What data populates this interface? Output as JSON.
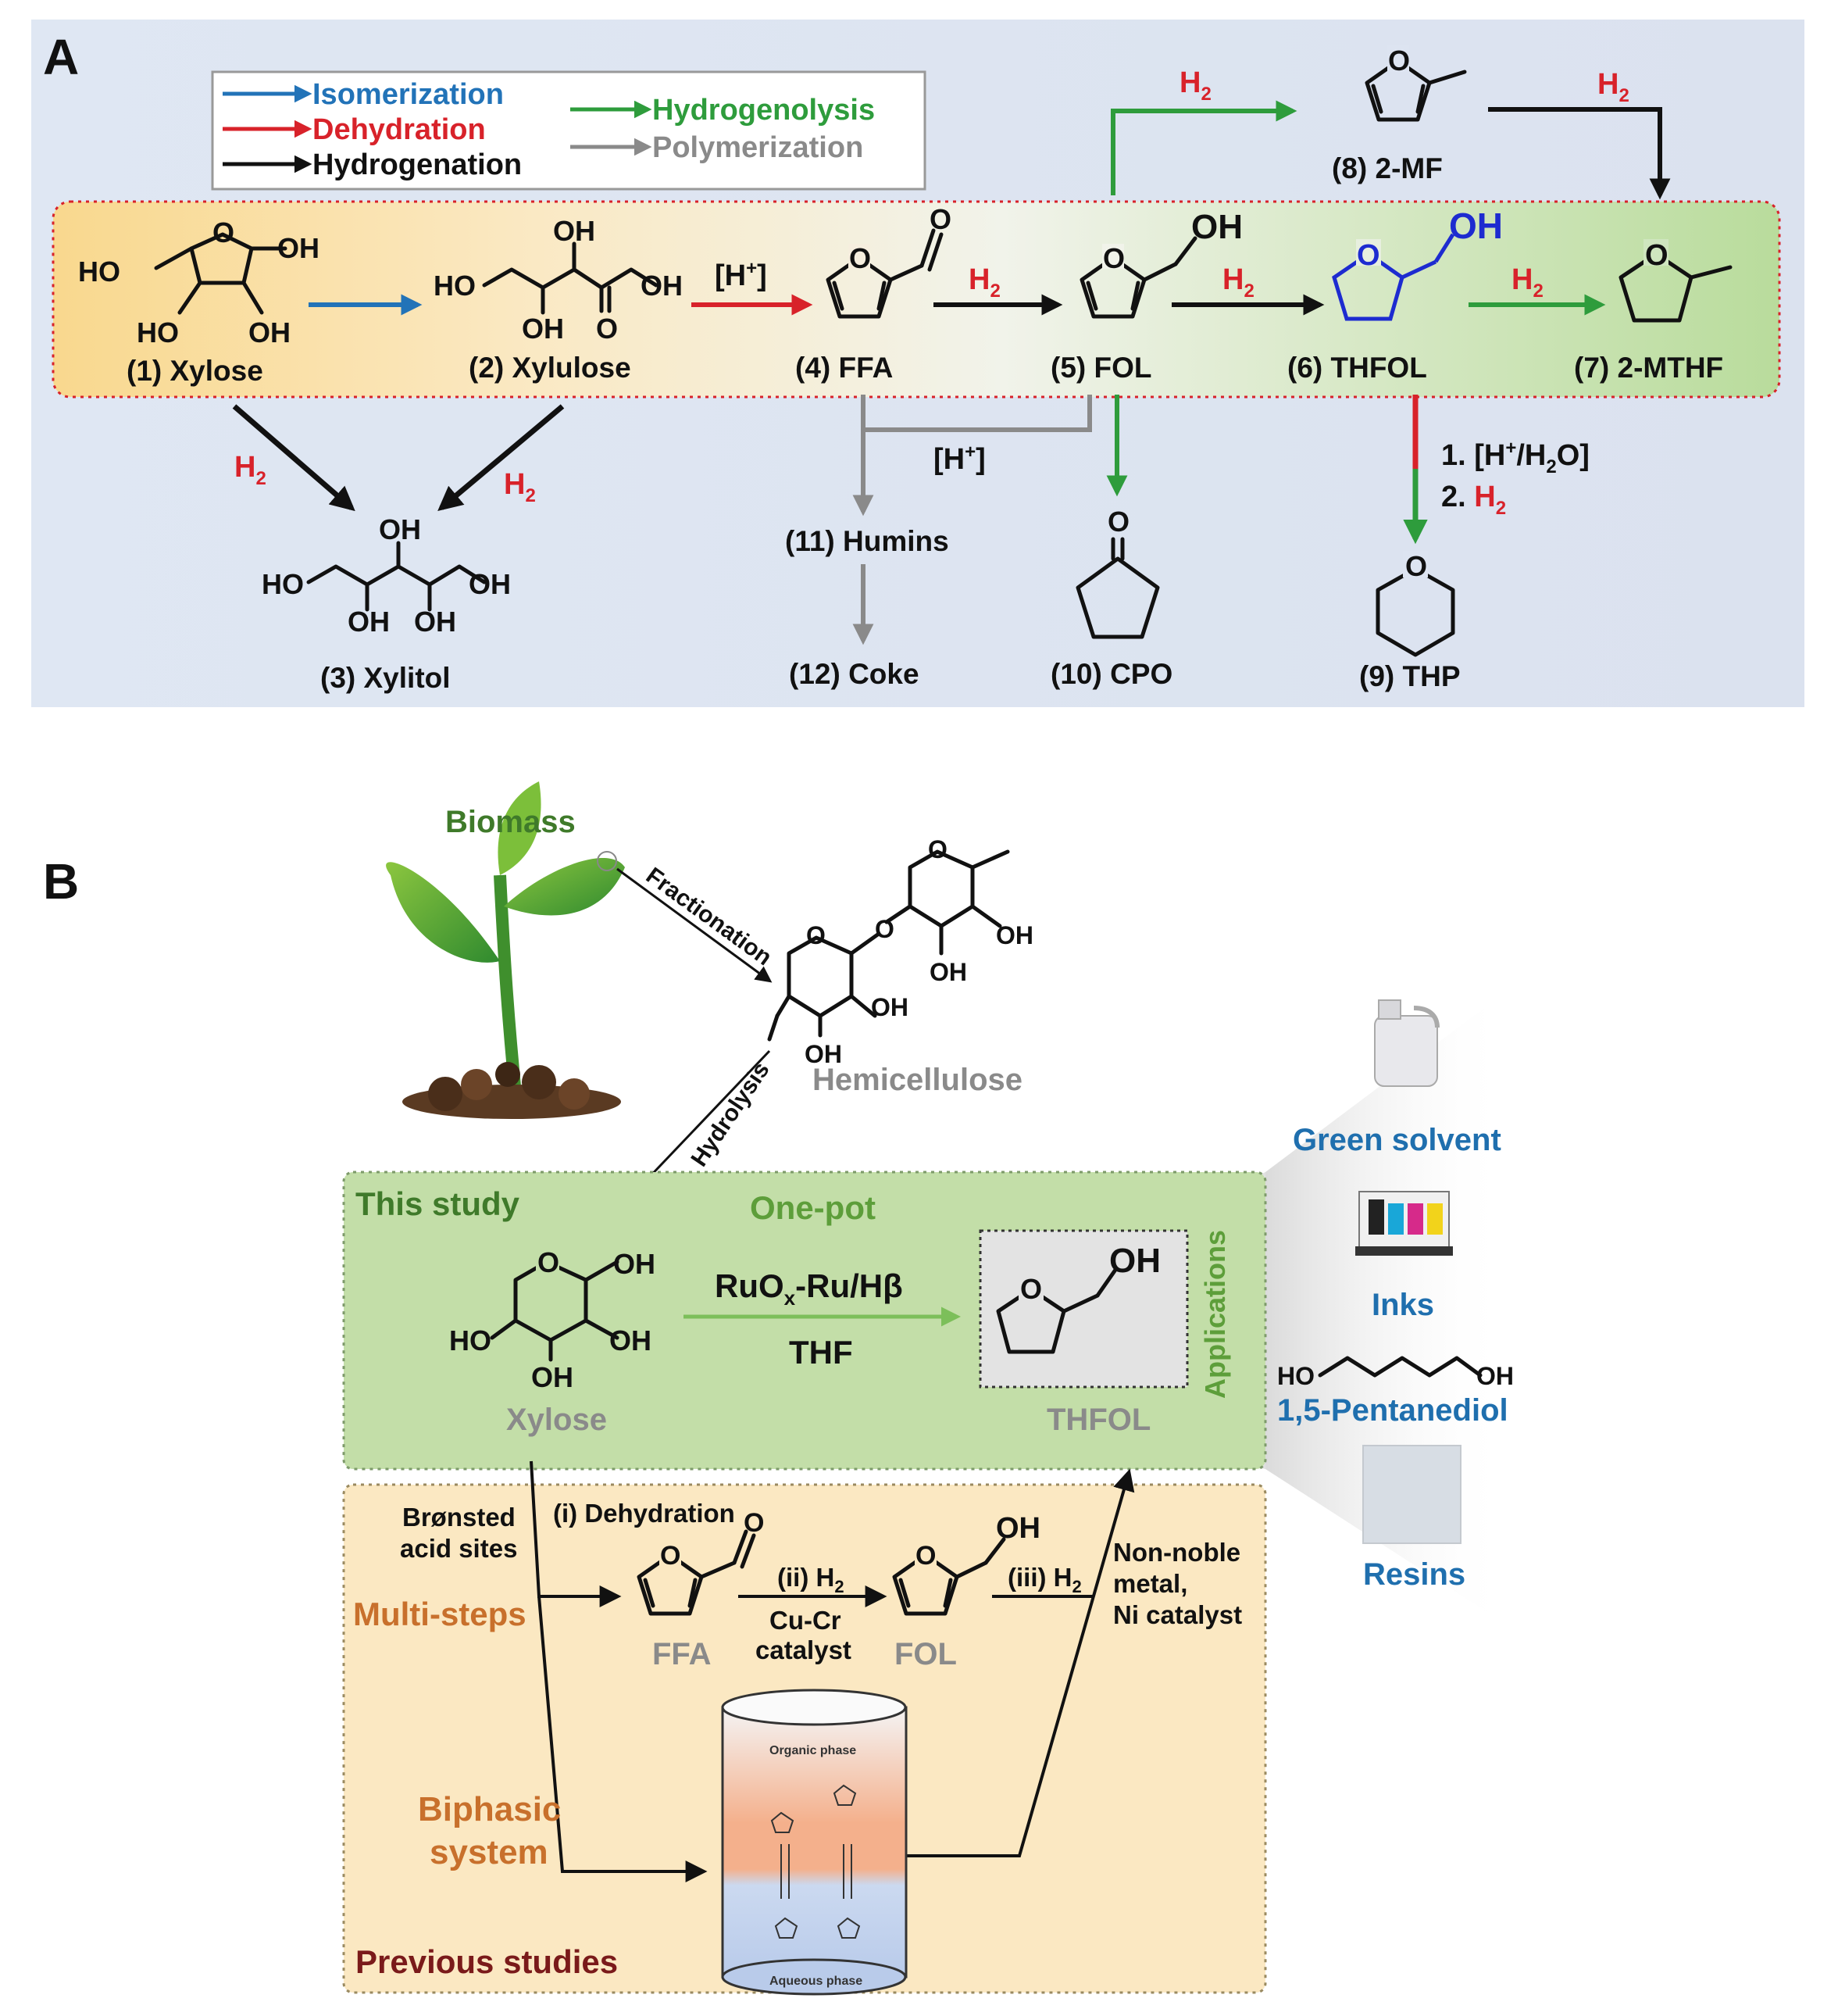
{
  "panel_a": {
    "letter": "A",
    "legend": {
      "isomerization": "Isomerization",
      "dehydration": "Dehydration",
      "hydrogenation": "Hydrogenation",
      "hydrogenolysis": "Hydrogenolysis",
      "polymerization": "Polymerization"
    },
    "compounds": {
      "c1": "(1) Xylose",
      "c2": "(2) Xylulose",
      "c3": "(3) Xylitol",
      "c4": "(4) FFA",
      "c5": "(5) FOL",
      "c6": "(6) THFOL",
      "c7": "(7) 2-MTHF",
      "c8": "(8) 2-MF",
      "c9": "(9) THP",
      "c10": "(10) CPO",
      "c11": "(11) Humins",
      "c12": "(12) Coke"
    },
    "reagents": {
      "h2": "H",
      "sub2": "2",
      "acid": "[H",
      "acid_sup": "+",
      "acid_close": "]",
      "thp_step1": "1. [H",
      "thp_step1_sup": "+",
      "thp_step1_mid": "/H",
      "thp_step1_sub": "2",
      "thp_step1_end": "O]",
      "thp_step2": "2. "
    },
    "atoms": {
      "ho": "HO",
      "oh": "OH",
      "o": "O"
    }
  },
  "panel_b": {
    "letter": "B",
    "biomass": "Biomass",
    "fractionation": "Fractionation",
    "hydrolysis": "Hydrolysis",
    "hemicellulose": "Hemicellulose",
    "this_study": "This study",
    "one_pot": "One-pot",
    "catalyst_a": "RuO",
    "catalyst_sub": "x",
    "catalyst_b": "-Ru/Hβ",
    "solvent": "THF",
    "xylose": "Xylose",
    "thfol": "THFOL",
    "applications": "Applications",
    "apps": [
      "Green solvent",
      "Inks",
      "1,5-Pentanediol",
      "Resins"
    ],
    "bronsted_1": "Brønsted",
    "bronsted_2": "acid sites",
    "step_i": "(i) Dehydration",
    "step_ii_a": "(ii) H",
    "step_ii_sub": "2",
    "cucr_1": "Cu-Cr",
    "cucr_2": "catalyst",
    "step_iii_a": "(iii) H",
    "step_iii_sub": "2",
    "nonnoble_1": "Non-noble",
    "nonnoble_2": "metal,",
    "nonnoble_3": "Ni catalyst",
    "ffa": "FFA",
    "fol": "FOL",
    "multi_steps": "Multi-steps",
    "biphasic_1": "Biphasic",
    "biphasic_2": "system",
    "previous": "Previous studies",
    "organic_phase": "Organic phase",
    "aqueous_phase": "Aqueous phase"
  },
  "colors": {
    "isomerization": "#2273b8",
    "dehydration": "#d8222a",
    "hydrogenation": "#111111",
    "hydrogenolysis": "#2e9c3c",
    "polymerization": "#8a8a8a",
    "thfol_blue": "#1d2bd0",
    "one_pot_green": "#5d9e3a",
    "orange_text": "#c8702c",
    "dark_red": "#7a1a1a",
    "app_blue": "#1f6fae"
  }
}
